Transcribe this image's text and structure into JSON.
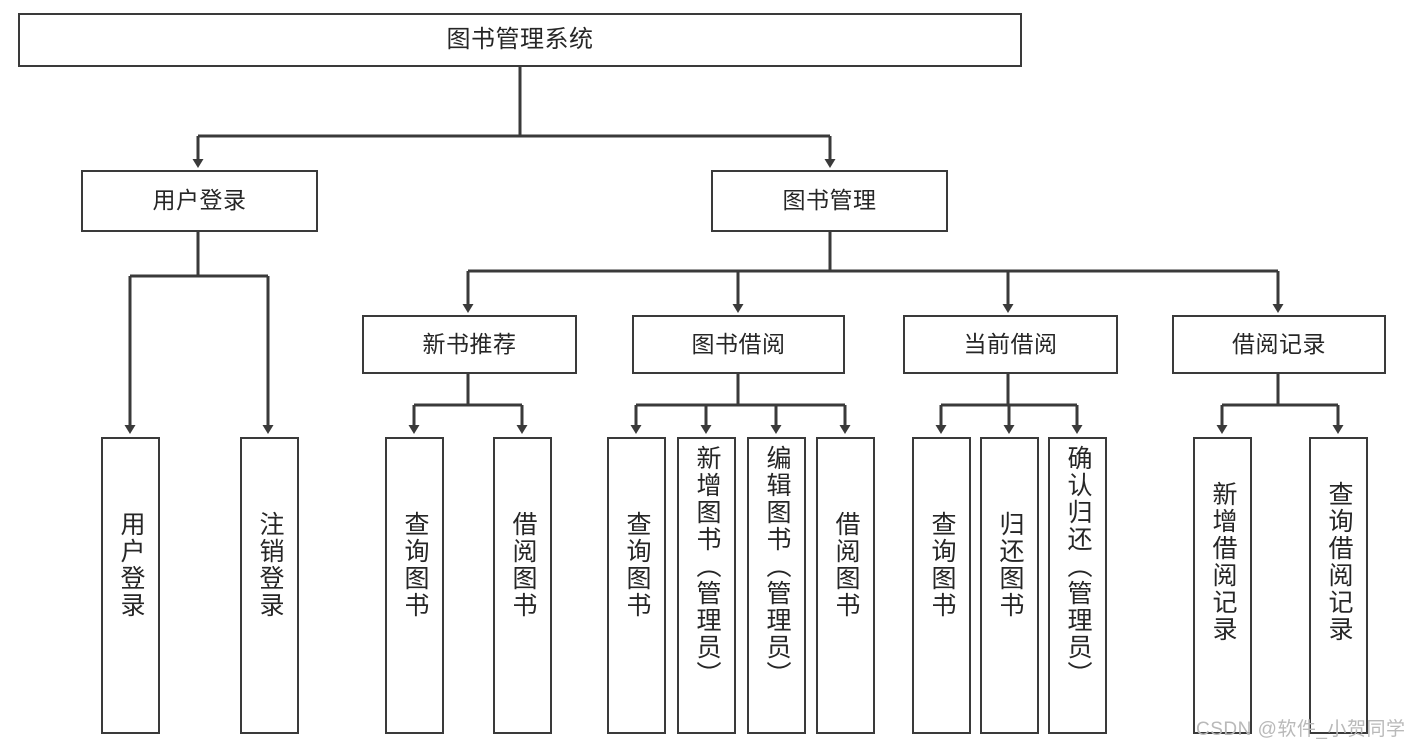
{
  "diagram": {
    "type": "hierarchy-tree",
    "title": "图书管理系统",
    "watermark": "CSDN @软件_小贺同学",
    "colors": {
      "node_border": "#3a3a3a",
      "node_fill": "#ffffff",
      "edge": "#3a3a3a",
      "text": "#262626",
      "watermark": "#b9b9b9",
      "background": "#ffffff"
    },
    "levels": {
      "level1": [
        "图书管理系统"
      ],
      "level2": [
        "用户登录",
        "图书管理"
      ],
      "level3": [
        "新书推荐",
        "图书借阅",
        "当前借阅",
        "借阅记录"
      ],
      "level4": [
        "用户登录",
        "注销登录",
        "查询图书",
        "借阅图书",
        "查询图书",
        "新增图书（管理员）",
        "编辑图书（管理员）",
        "借阅图书",
        "查询图书",
        "归还图书",
        "确认归还（管理员）",
        "新增借阅记录",
        "查询借阅记录"
      ]
    },
    "nodes": {
      "root": {
        "label": "图书管理系统"
      },
      "user_login": {
        "label": "用户登录"
      },
      "book_manage": {
        "label": "图书管理"
      },
      "new_book_rec": {
        "label": "新书推荐"
      },
      "book_borrow": {
        "label": "图书借阅"
      },
      "current_borrow": {
        "label": "当前借阅"
      },
      "borrow_record": {
        "label": "借阅记录"
      },
      "leaf_user_login": {
        "label": "用户登录"
      },
      "leaf_logout": {
        "label": "注销登录"
      },
      "leaf_query_book_1": {
        "label": "查询图书"
      },
      "leaf_borrow_book_1": {
        "label": "借阅图书"
      },
      "leaf_query_book_2": {
        "label": "查询图书"
      },
      "leaf_add_book": {
        "label": "新增图书（管理员）"
      },
      "leaf_edit_book": {
        "label": "编辑图书（管理员）"
      },
      "leaf_borrow_book_2": {
        "label": "借阅图书"
      },
      "leaf_query_book_3": {
        "label": "查询图书"
      },
      "leaf_return_book": {
        "label": "归还图书"
      },
      "leaf_confirm_return": {
        "label": "确认归还（管理员）"
      },
      "leaf_add_record": {
        "label": "新增借阅记录"
      },
      "leaf_query_record": {
        "label": "查询借阅记录"
      }
    },
    "edges": [
      {
        "from": "root",
        "to": "user_login"
      },
      {
        "from": "root",
        "to": "book_manage"
      },
      {
        "from": "user_login",
        "to": "leaf_user_login"
      },
      {
        "from": "user_login",
        "to": "leaf_logout"
      },
      {
        "from": "book_manage",
        "to": "new_book_rec"
      },
      {
        "from": "book_manage",
        "to": "book_borrow"
      },
      {
        "from": "book_manage",
        "to": "current_borrow"
      },
      {
        "from": "book_manage",
        "to": "borrow_record"
      },
      {
        "from": "new_book_rec",
        "to": "leaf_query_book_1"
      },
      {
        "from": "new_book_rec",
        "to": "leaf_borrow_book_1"
      },
      {
        "from": "book_borrow",
        "to": "leaf_query_book_2"
      },
      {
        "from": "book_borrow",
        "to": "leaf_add_book"
      },
      {
        "from": "book_borrow",
        "to": "leaf_edit_book"
      },
      {
        "from": "book_borrow",
        "to": "leaf_borrow_book_2"
      },
      {
        "from": "current_borrow",
        "to": "leaf_query_book_3"
      },
      {
        "from": "current_borrow",
        "to": "leaf_return_book"
      },
      {
        "from": "current_borrow",
        "to": "leaf_confirm_return"
      },
      {
        "from": "borrow_record",
        "to": "leaf_add_record"
      },
      {
        "from": "borrow_record",
        "to": "leaf_query_record"
      }
    ]
  }
}
